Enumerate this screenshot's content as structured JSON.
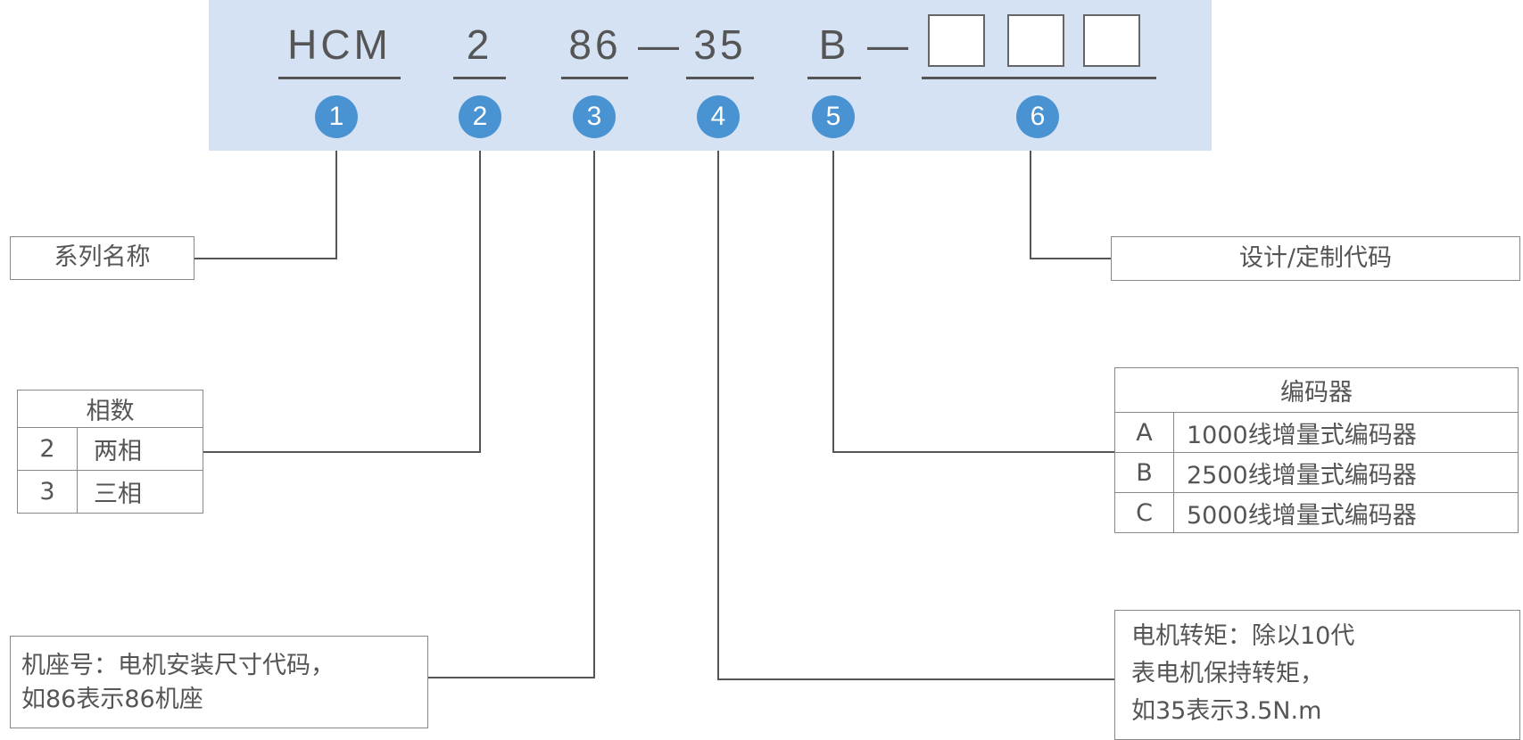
{
  "model_code": {
    "segments": [
      "HCM",
      "2",
      "86",
      "35",
      "B"
    ],
    "dash": "—",
    "blank_count": 3
  },
  "markers": [
    "1",
    "2",
    "3",
    "4",
    "5",
    "6"
  ],
  "labels": {
    "series_name": "系列名称",
    "design_code": "设计/定制代码",
    "frame_lines": [
      "机座号：电机安装尺寸代码，",
      "如86表示86机座"
    ],
    "torque_lines": [
      "电机转矩：除以10代",
      "表电机保持转矩，",
      "如35表示3.5N.m"
    ]
  },
  "phase_table": {
    "header": "相数",
    "rows": [
      {
        "code": "2",
        "desc": "两相"
      },
      {
        "code": "3",
        "desc": "三相"
      }
    ]
  },
  "encoder_table": {
    "header": "编码器",
    "rows": [
      {
        "code": "A",
        "desc": "1000线增量式编码器"
      },
      {
        "code": "B",
        "desc": "2500线增量式编码器"
      },
      {
        "code": "C",
        "desc": "5000线增量式编码器"
      }
    ]
  },
  "colors": {
    "banner": "#d5e2f3",
    "marker": "#4a93d2",
    "line": "#555555"
  }
}
